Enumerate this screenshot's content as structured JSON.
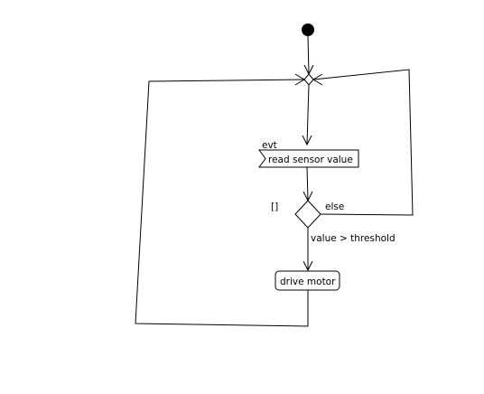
{
  "diagram": {
    "nodes": {
      "initial": {
        "kind": "initial-node"
      },
      "merge": {
        "kind": "merge-node"
      },
      "accept_event": {
        "kind": "accept-event-action",
        "stereotype": "evt",
        "label": "read sensor value"
      },
      "decision": {
        "kind": "decision-node"
      },
      "action": {
        "kind": "action",
        "label": "drive motor"
      }
    },
    "guards": {
      "left": "[]",
      "right": "else",
      "down": "value > threshold"
    }
  }
}
